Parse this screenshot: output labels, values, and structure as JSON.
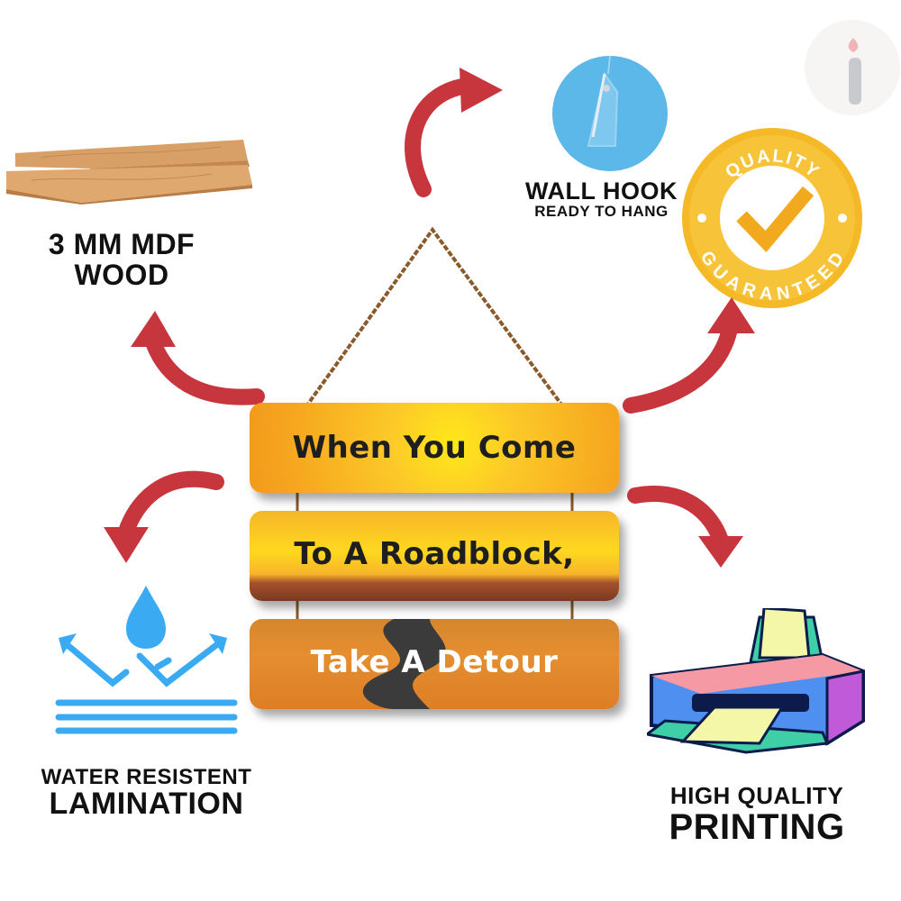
{
  "colors": {
    "arrow": "#c8363d",
    "water_blue": "#3aaaf2",
    "hook_blue": "#5cb8e8",
    "badge_gold": "#f5b928",
    "wood": "#d9a36a",
    "text": "#111111"
  },
  "features": {
    "wood": {
      "line1": "3 MM MDF",
      "line2": "WOOD",
      "icon": "wood-planks-icon"
    },
    "hook": {
      "line1": "WALL HOOK",
      "line2": "READY TO HANG",
      "icon": "wall-hook-icon"
    },
    "quality": {
      "top": "QUALITY",
      "bottom": "GUARANTEED",
      "icon": "quality-badge-icon"
    },
    "water": {
      "line1": "WATER RESISTENT",
      "line2": "LAMINATION",
      "icon": "water-drop-icon"
    },
    "printing": {
      "line1": "HIGH QUALITY",
      "line2": "PRINTING",
      "icon": "printer-icon"
    }
  },
  "signs": [
    {
      "text": "When You Come"
    },
    {
      "text": "To A Roadblock,"
    },
    {
      "text": "Take A Detour"
    }
  ],
  "logo": {
    "icon": "info-logo-icon"
  }
}
